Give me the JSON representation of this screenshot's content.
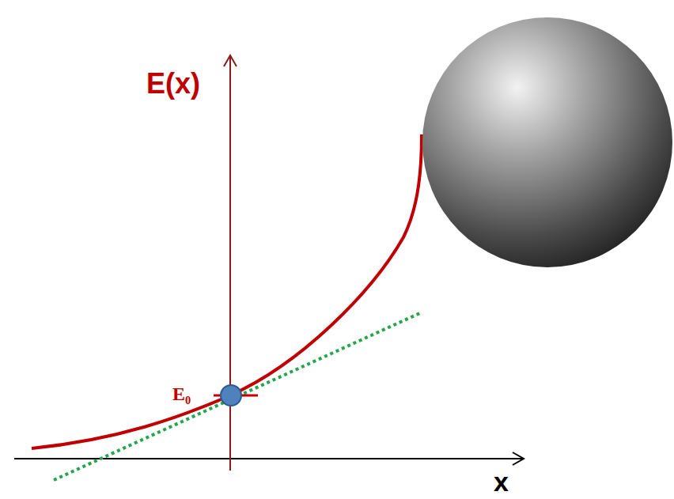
{
  "diagram": {
    "labels": [
      "E(x)",
      "E₀",
      "x"
    ]
  }
}
